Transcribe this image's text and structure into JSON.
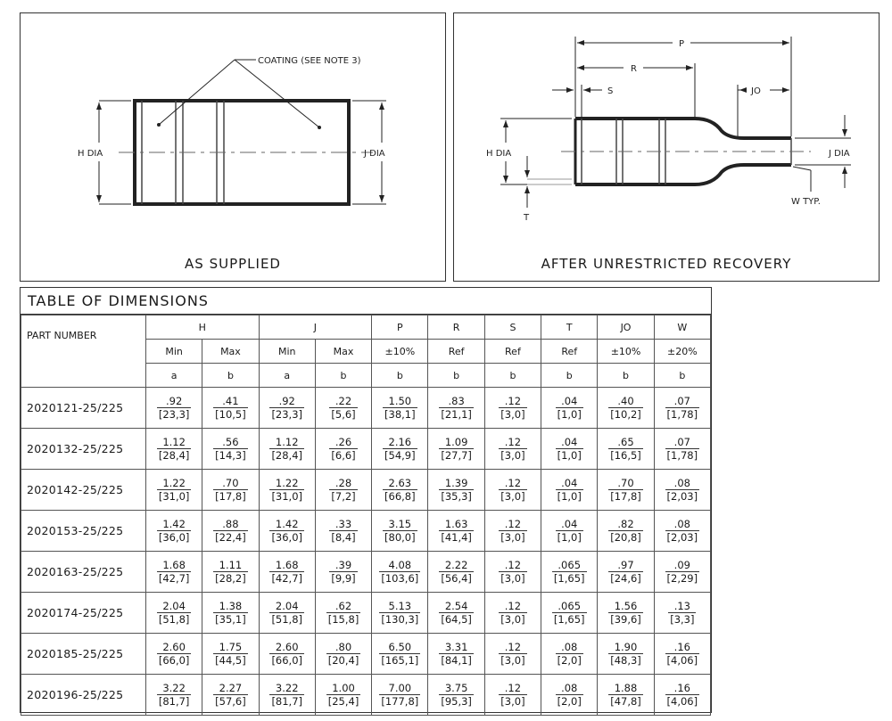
{
  "panels": {
    "left": {
      "caption": "AS SUPPLIED",
      "coating_label": "COATING (SEE NOTE 3)",
      "h_label": "H DIA",
      "j_label": "J DIA"
    },
    "right": {
      "caption": "AFTER UNRESTRICTED RECOVERY",
      "p_label": "P",
      "r_label": "R",
      "s_label": "S",
      "jo_label": "JO",
      "h_label": "H DIA",
      "j_label": "J DIA",
      "t_label": "T",
      "w_label": "W TYP."
    }
  },
  "table": {
    "title": "TABLE OF DIMENSIONS",
    "part_header": "PART NUMBER",
    "groups": {
      "h": "H",
      "j": "J"
    },
    "columns": [
      {
        "key": "h_min",
        "label": "Min",
        "sub": "a"
      },
      {
        "key": "h_max",
        "label": "Max",
        "sub": "b"
      },
      {
        "key": "j_min",
        "label": "Min",
        "sub": "a"
      },
      {
        "key": "j_max",
        "label": "Max",
        "sub": "b"
      },
      {
        "key": "p",
        "head": "P",
        "label": "±10%",
        "sub": "b"
      },
      {
        "key": "r",
        "head": "R",
        "label": "Ref",
        "sub": "b"
      },
      {
        "key": "s",
        "head": "S",
        "label": "Ref",
        "sub": "b"
      },
      {
        "key": "t",
        "head": "T",
        "label": "Ref",
        "sub": "b"
      },
      {
        "key": "jo",
        "head": "JO",
        "label": "±10%",
        "sub": "b"
      },
      {
        "key": "w",
        "head": "W",
        "label": "±20%",
        "sub": "b"
      }
    ],
    "rows": [
      {
        "part": "2020121-25/225",
        "vals": [
          [
            ".92",
            "[23,3]"
          ],
          [
            ".41",
            "[10,5]"
          ],
          [
            ".92",
            "[23,3]"
          ],
          [
            ".22",
            "[5,6]"
          ],
          [
            "1.50",
            "[38,1]"
          ],
          [
            ".83",
            "[21,1]"
          ],
          [
            ".12",
            "[3,0]"
          ],
          [
            ".04",
            "[1,0]"
          ],
          [
            ".40",
            "[10,2]"
          ],
          [
            ".07",
            "[1,78]"
          ]
        ]
      },
      {
        "part": "2020132-25/225",
        "vals": [
          [
            "1.12",
            "[28,4]"
          ],
          [
            ".56",
            "[14,3]"
          ],
          [
            "1.12",
            "[28,4]"
          ],
          [
            ".26",
            "[6,6]"
          ],
          [
            "2.16",
            "[54,9]"
          ],
          [
            "1.09",
            "[27,7]"
          ],
          [
            ".12",
            "[3,0]"
          ],
          [
            ".04",
            "[1,0]"
          ],
          [
            ".65",
            "[16,5]"
          ],
          [
            ".07",
            "[1,78]"
          ]
        ]
      },
      {
        "part": "2020142-25/225",
        "vals": [
          [
            "1.22",
            "[31,0]"
          ],
          [
            ".70",
            "[17,8]"
          ],
          [
            "1.22",
            "[31,0]"
          ],
          [
            ".28",
            "[7,2]"
          ],
          [
            "2.63",
            "[66,8]"
          ],
          [
            "1.39",
            "[35,3]"
          ],
          [
            ".12",
            "[3,0]"
          ],
          [
            ".04",
            "[1,0]"
          ],
          [
            ".70",
            "[17,8]"
          ],
          [
            ".08",
            "[2,03]"
          ]
        ]
      },
      {
        "part": "2020153-25/225",
        "vals": [
          [
            "1.42",
            "[36,0]"
          ],
          [
            ".88",
            "[22,4]"
          ],
          [
            "1.42",
            "[36,0]"
          ],
          [
            ".33",
            "[8,4]"
          ],
          [
            "3.15",
            "[80,0]"
          ],
          [
            "1.63",
            "[41,4]"
          ],
          [
            ".12",
            "[3,0]"
          ],
          [
            ".04",
            "[1,0]"
          ],
          [
            ".82",
            "[20,8]"
          ],
          [
            ".08",
            "[2,03]"
          ]
        ]
      },
      {
        "part": "2020163-25/225",
        "vals": [
          [
            "1.68",
            "[42,7]"
          ],
          [
            "1.11",
            "[28,2]"
          ],
          [
            "1.68",
            "[42,7]"
          ],
          [
            ".39",
            "[9,9]"
          ],
          [
            "4.08",
            "[103,6]"
          ],
          [
            "2.22",
            "[56,4]"
          ],
          [
            ".12",
            "[3,0]"
          ],
          [
            ".065",
            "[1,65]"
          ],
          [
            ".97",
            "[24,6]"
          ],
          [
            ".09",
            "[2,29]"
          ]
        ]
      },
      {
        "part": "2020174-25/225",
        "vals": [
          [
            "2.04",
            "[51,8]"
          ],
          [
            "1.38",
            "[35,1]"
          ],
          [
            "2.04",
            "[51,8]"
          ],
          [
            ".62",
            "[15,8]"
          ],
          [
            "5.13",
            "[130,3]"
          ],
          [
            "2.54",
            "[64,5]"
          ],
          [
            ".12",
            "[3,0]"
          ],
          [
            ".065",
            "[1,65]"
          ],
          [
            "1.56",
            "[39,6]"
          ],
          [
            ".13",
            "[3,3]"
          ]
        ]
      },
      {
        "part": "2020185-25/225",
        "vals": [
          [
            "2.60",
            "[66,0]"
          ],
          [
            "1.75",
            "[44,5]"
          ],
          [
            "2.60",
            "[66,0]"
          ],
          [
            ".80",
            "[20,4]"
          ],
          [
            "6.50",
            "[165,1]"
          ],
          [
            "3.31",
            "[84,1]"
          ],
          [
            ".12",
            "[3,0]"
          ],
          [
            ".08",
            "[2,0]"
          ],
          [
            "1.90",
            "[48,3]"
          ],
          [
            ".16",
            "[4,06]"
          ]
        ]
      },
      {
        "part": "2020196-25/225",
        "vals": [
          [
            "3.22",
            "[81,7]"
          ],
          [
            "2.27",
            "[57,6]"
          ],
          [
            "3.22",
            "[81,7]"
          ],
          [
            "1.00",
            "[25,4]"
          ],
          [
            "7.00",
            "[177,8]"
          ],
          [
            "3.75",
            "[95,3]"
          ],
          [
            ".12",
            "[3,0]"
          ],
          [
            ".08",
            "[2,0]"
          ],
          [
            "1.88",
            "[47,8]"
          ],
          [
            ".16",
            "[4,06]"
          ]
        ]
      }
    ]
  }
}
